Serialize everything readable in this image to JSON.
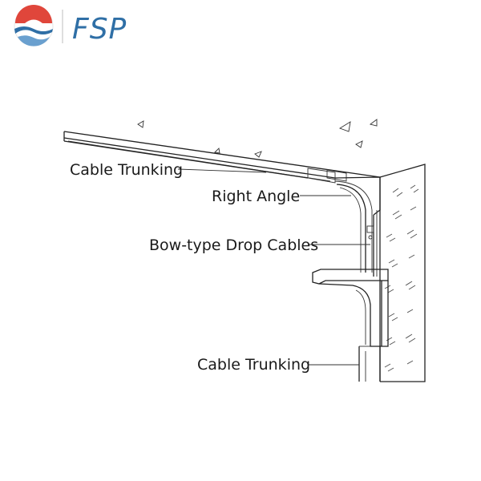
{
  "logo": {
    "brand_text": "FSP",
    "colors": {
      "red": "#e0463b",
      "blue": "#2f6fa6",
      "light_blue": "#6aa0cf"
    }
  },
  "labels": {
    "cable_trunking_top": "Cable Trunking",
    "right_angle": "Right Angle",
    "bow_type_drop_cables": "Bow-type Drop Cables",
    "cable_trunking_bottom": "Cable Trunking"
  }
}
